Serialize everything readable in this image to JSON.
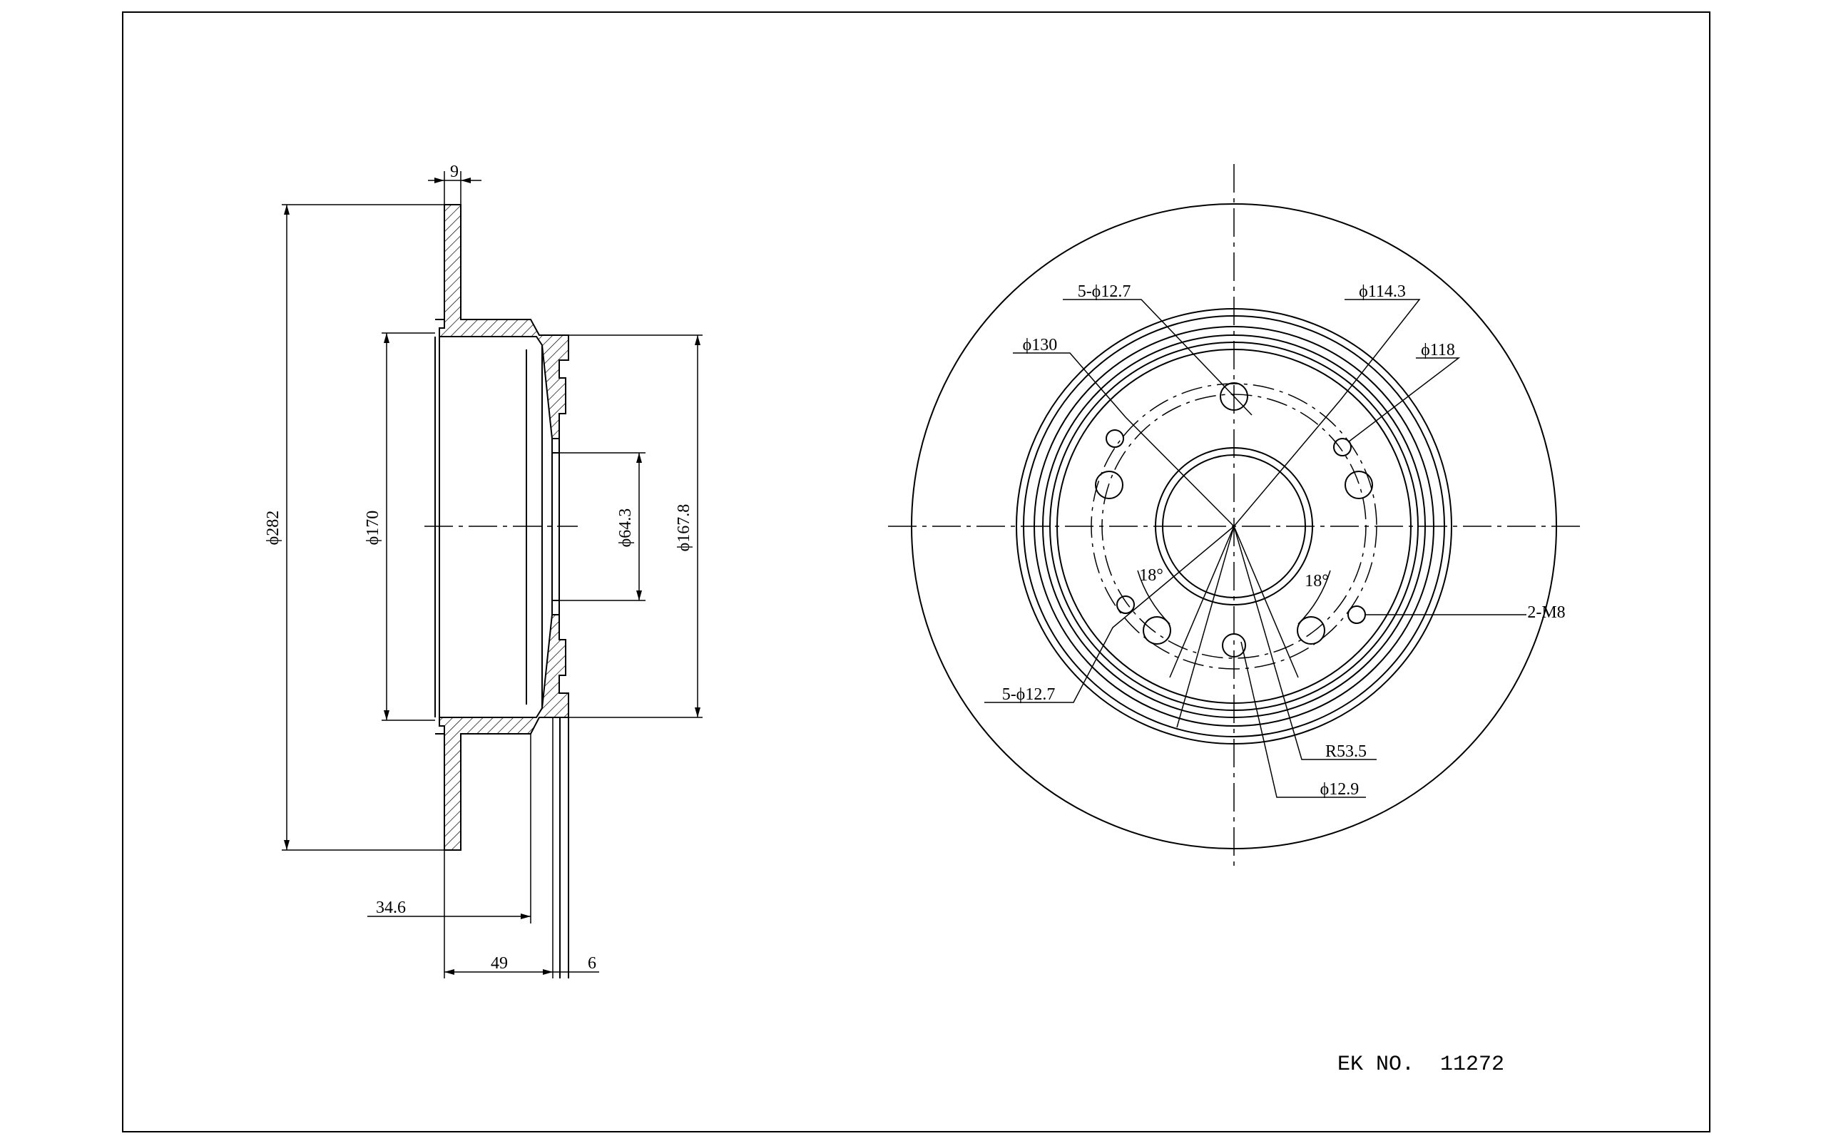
{
  "part_number": "EK NO.  11272",
  "side_view": {
    "flange_thickness": "9",
    "outer_diameter": "ϕ282",
    "hat_diameter": "ϕ170",
    "center_bore": "ϕ64.3",
    "hat_outer": "ϕ167.8",
    "offset": "34.6",
    "overall_height": "49",
    "hat_wall": "6"
  },
  "front_view": {
    "bolt_holes_top": "5-ϕ12.7",
    "pcd": "ϕ114.3",
    "ring_118": "ϕ118",
    "ring_130": "ϕ130",
    "angle_left": "18°",
    "angle_right": "18°",
    "threaded_holes": "2-M8",
    "bolt_holes_bottom": "5-ϕ12.7",
    "radius": "R53.5",
    "hole_dia": "ϕ12.9"
  }
}
